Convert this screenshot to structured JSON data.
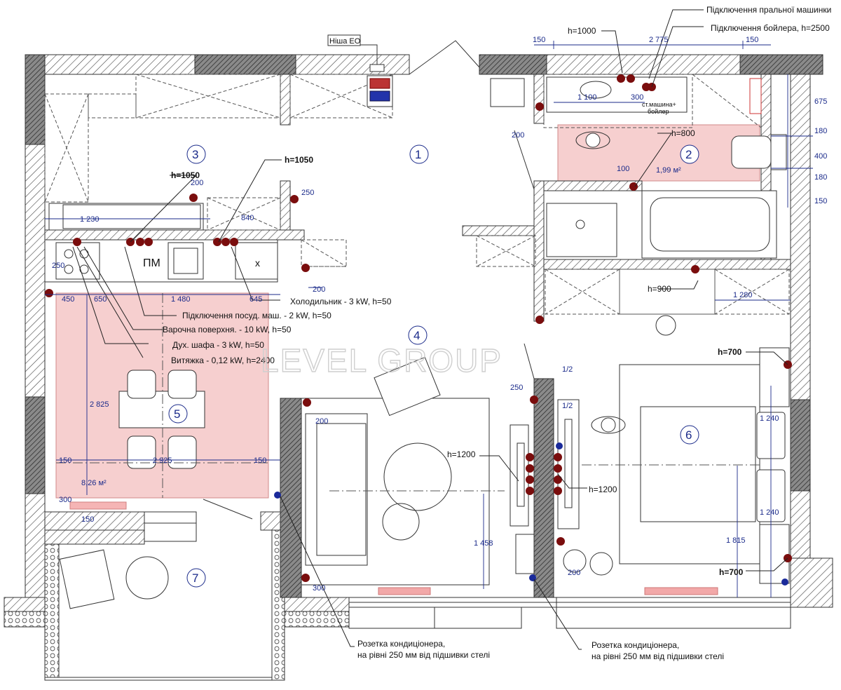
{
  "labels": {
    "niche": "Ніша ЕО",
    "washer_conn": "Підключення пральної машинки",
    "boiler_conn": "Підключення бойлера, h=2500",
    "h1000": "h=1000",
    "h1050a": "h=1050",
    "h1050b": "h=1050",
    "h800": "h=800",
    "h900": "h=900",
    "h700a": "h=700",
    "h700b": "h=700",
    "h1200a": "h=1200",
    "h1200b": "h=1200",
    "pm": "ПМ",
    "washer_boiler_1": "ст.машина+",
    "washer_boiler_2": "бойлер",
    "fridge": "Холодильник - 3 kW, h=50",
    "dishwasher": "Підключення посуд. маш. - 2 kW, h=50",
    "cooktop": "Варочна поверхня. - 10 kW, h=50",
    "oven": "Дух. шафа - 3 kW, h=50",
    "hood": "Витяжка - 0,12 kW, h=2400",
    "ac1_line1": "Розетка кондиціонера,",
    "ac1_line2": "на рівні 250 мм від підшивки стелі",
    "ac2_line1": "Розетка кондиціонера,",
    "ac2_line2": "на рівні 250 мм від підшивки стелі",
    "area_bath": "1,99 м²",
    "area_kitchen": "8,26 м²",
    "watermark": "LEVEL GROUP"
  },
  "rooms": [
    "1",
    "2",
    "3",
    "4",
    "5",
    "6",
    "7"
  ],
  "dims": {
    "d150a": "150",
    "d2775": "2 775",
    "d150b": "150",
    "d1100": "1 100",
    "d300a": "300",
    "d675": "675",
    "d180a": "180",
    "d400": "400",
    "d180b": "180",
    "d150c": "150",
    "d200a": "200",
    "d100": "100",
    "d200b": "200",
    "d250a": "250",
    "d1230": "1 230",
    "d840": "840",
    "d250b": "250",
    "d200c": "200",
    "d450": "450",
    "d650": "650",
    "d1480": "1 480",
    "d645": "645",
    "d2825": "2 825",
    "d150d": "150",
    "d2925": "2 925",
    "d150e": "150",
    "d300b": "300",
    "d150f": "150",
    "d1280": "1 280",
    "d250c": "250",
    "d1_2a": "1/2",
    "d1_2b": "1/2",
    "d200d": "200",
    "d1458": "1 458",
    "d1240a": "1 240",
    "d1240b": "1 240",
    "d1815": "1 815",
    "d300c": "300",
    "d200e": "200"
  },
  "colors": {
    "dim": "#1a2a8a",
    "socket": "#7a0d0d",
    "zone": "#f6cfcf",
    "zone_stroke": "#d08a8a",
    "wall": "#5a5a5a",
    "hatch_dark": "#3a3a3a",
    "blue_socket": "#1a2a9a",
    "heater": "#e58f8f"
  }
}
